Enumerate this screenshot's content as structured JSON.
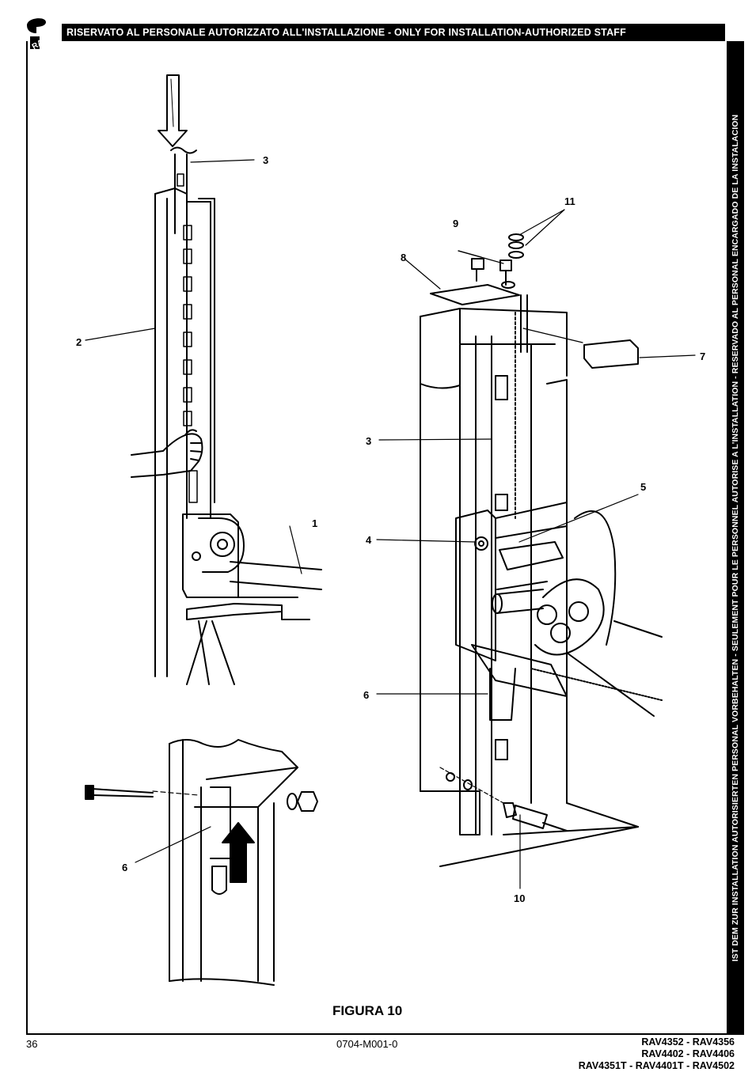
{
  "header": {
    "banner": "RISERVATO AL PERSONALE AUTORIZZATO ALL'INSTALLAZIONE - ONLY FOR INSTALLATION-AUTHORIZED STAFF",
    "logo_text": "RAV"
  },
  "sidebar": {
    "text": "IST DEM ZUR INSTALLATION AUTORISIERTEN PERSONAL VORBEHALTEN - SEULEMENT POUR LE PERSONNEL AUTORISE A L'INSTALLATION - RESERVADO AL PERSONAL ENCARGADO DE LA INSTALACION"
  },
  "figure": {
    "title": "FIGURA 10",
    "callouts": {
      "c1": "1",
      "c2": "2",
      "c3a": "3",
      "c3b": "3",
      "c4": "4",
      "c5": "5",
      "c6a": "6",
      "c6b": "6",
      "c7": "7",
      "c8": "8",
      "c9": "9",
      "c10": "10",
      "c11": "11"
    }
  },
  "footer": {
    "page_number": "36",
    "doc_code": "0704-M001-0",
    "models_line1": "RAV4352 - RAV4356",
    "models_line2": "RAV4402 - RAV4406",
    "models_line3": "RAV4351T - RAV4401T - RAV4502"
  }
}
